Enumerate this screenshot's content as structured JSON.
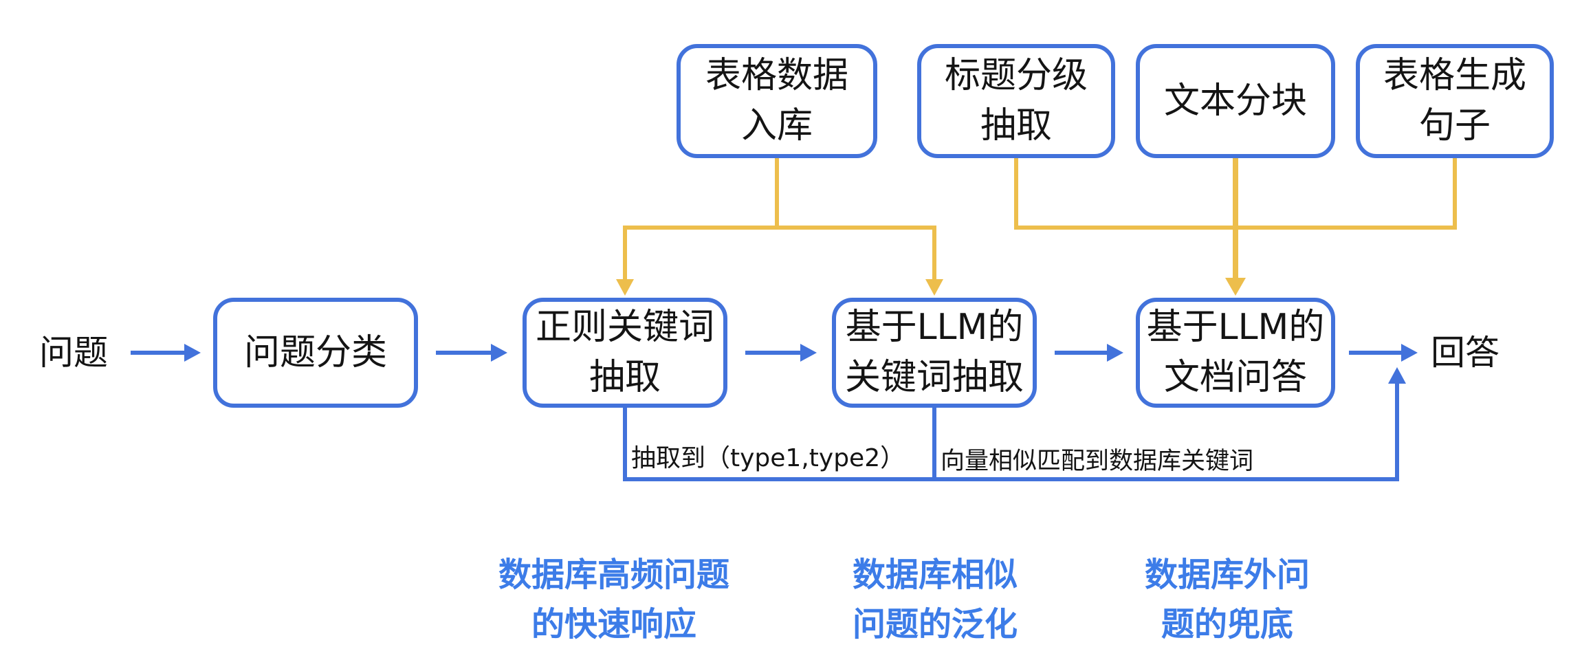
{
  "diagram": {
    "title_hint": "question-answering-pipeline-flowchart",
    "top_row": [
      {
        "id": "table-data-ingest",
        "label": "表格数据\n入库"
      },
      {
        "id": "title-hierarchy-extract",
        "label": "标题分级\n抽取"
      },
      {
        "id": "text-chunking",
        "label": "文本分块"
      },
      {
        "id": "table-to-sentence",
        "label": "表格生成\n句子"
      }
    ],
    "main_flow": {
      "input_label": "问题",
      "output_label": "回答",
      "nodes": [
        {
          "id": "question-classify",
          "label": "问题分类"
        },
        {
          "id": "regex-keyword-extract",
          "label": "正则关键词\n抽取"
        },
        {
          "id": "llm-keyword-extract",
          "label": "基于LLM的\n关键词抽取"
        },
        {
          "id": "llm-doc-qa",
          "label": "基于LLM的\n文档问答"
        }
      ]
    },
    "edge_annotations": [
      {
        "id": "extracted-types",
        "text": "抽取到（type1,type2）"
      },
      {
        "id": "vector-similarity",
        "text": "向量相似匹配到数据库关键词"
      }
    ],
    "captions": [
      {
        "id": "caption-fast-response",
        "text": "数据库高频问题\n的快速响应"
      },
      {
        "id": "caption-generalization",
        "text": "数据库相似\n问题的泛化"
      },
      {
        "id": "caption-fallback",
        "text": "数据库外问\n题的兜底"
      }
    ],
    "colors": {
      "node_border": "#4272DB",
      "flow_blue": "#4272DB",
      "connector_yellow": "#EDBE4C",
      "caption_blue": "#3C7CE8",
      "text_black": "#141414",
      "bg": "#FFFFFF"
    }
  }
}
